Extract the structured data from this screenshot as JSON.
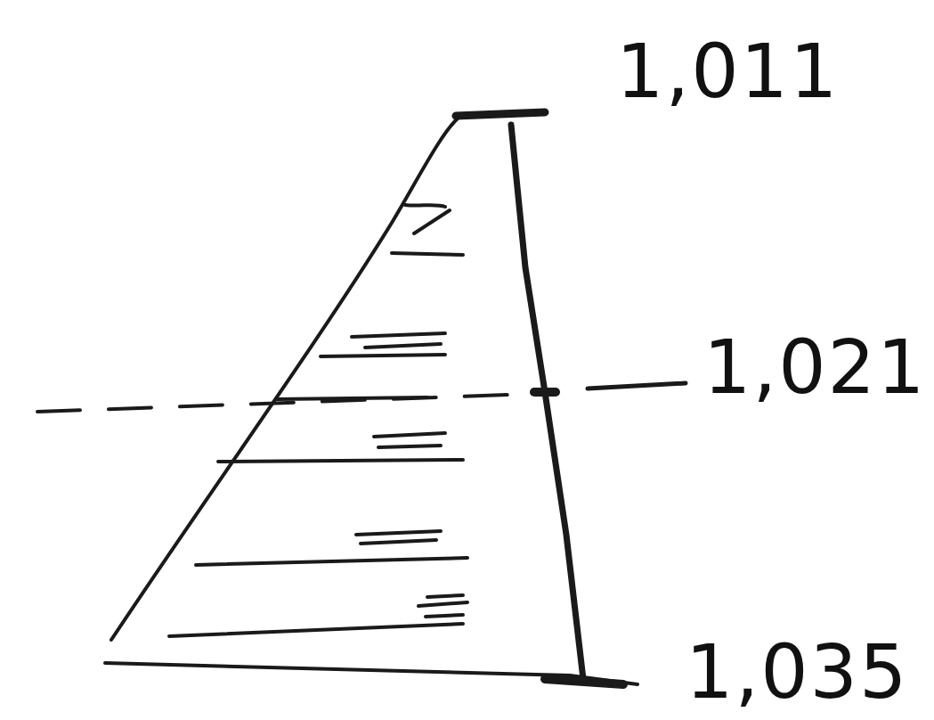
{
  "diagram": {
    "labels": [
      "1,011",
      "1,021",
      "1,035"
    ]
  }
}
